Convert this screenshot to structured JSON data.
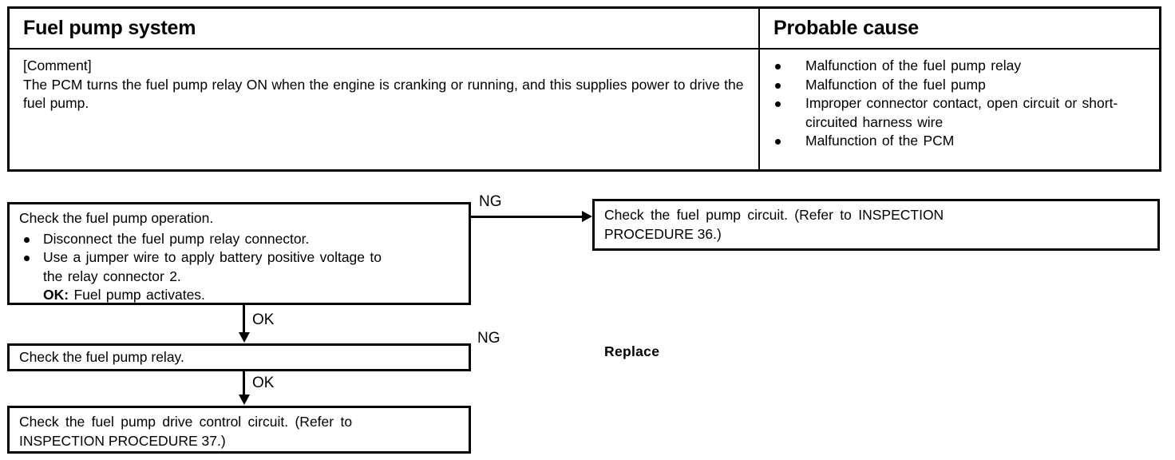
{
  "spec_table": {
    "headers": {
      "left": "Fuel pump system",
      "right": "Probable cause"
    },
    "comment": {
      "tag": "[Comment]",
      "text": "The PCM turns the fuel pump relay ON when the engine is cranking or running, and this supplies power to drive the fuel pump."
    },
    "probable_causes": [
      "Malfunction of the fuel pump relay",
      "Malfunction of the fuel pump",
      "Improper connector contact, open circuit or short-circuited harness wire",
      "Malfunction of the PCM"
    ]
  },
  "flowchart": {
    "box_pump_operation": {
      "title": "Check the fuel pump operation.",
      "steps": [
        "Disconnect the fuel pump relay connector.",
        "Use a jumper wire to apply battery positive voltage to"
      ],
      "step2_continuation": "the relay connector 2.",
      "ok_label": "OK:",
      "ok_result": "Fuel pump activates."
    },
    "box_pump_circuit": {
      "line1": "Check the fuel pump circuit. (Refer to INSPECTION",
      "line2": "PROCEDURE 36.)"
    },
    "box_pump_relay": {
      "text": "Check the fuel pump relay."
    },
    "box_drive_control": {
      "line1": "Check the fuel pump drive control circuit. (Refer to",
      "line2": "INSPECTION PROCEDURE 37.)"
    },
    "edge_labels": {
      "ng_1": "NG",
      "ng_2": "NG",
      "ok_1": "OK",
      "ok_2": "OK"
    },
    "replace_label": "Replace"
  }
}
